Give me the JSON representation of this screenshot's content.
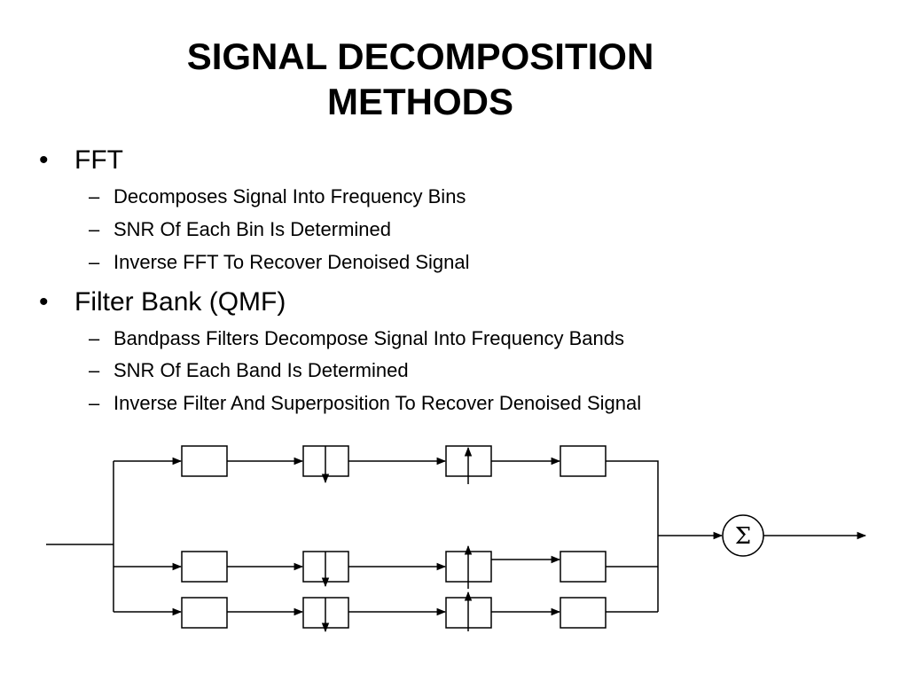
{
  "slide": {
    "title_line1": "SIGNAL DECOMPOSITION",
    "title_line2": "METHODS"
  },
  "bullets": [
    {
      "marker": "•",
      "label": "FFT",
      "sub": [
        {
          "marker": "–",
          "label": "Decomposes Signal Into Frequency Bins"
        },
        {
          "marker": "–",
          "label": "SNR Of Each Bin Is Determined"
        },
        {
          "marker": "–",
          "label": "Inverse FFT To Recover Denoised Signal"
        }
      ]
    },
    {
      "marker": "•",
      "label": "Filter Bank (QMF)",
      "sub": [
        {
          "marker": "–",
          "label": "Bandpass Filters Decompose Signal Into Frequency Bands"
        },
        {
          "marker": "–",
          "label": "SNR Of Each Band Is Determined"
        },
        {
          "marker": "–",
          "label": "Inverse Filter And Superposition To Recover Denoised Signal"
        }
      ]
    }
  ],
  "diagram": {
    "summation_symbol": "Σ",
    "branches": [
      {
        "name": "top",
        "decimator": "down-arrow",
        "interpolator": "up-arrow"
      },
      {
        "name": "middle",
        "decimator": "down-arrow",
        "interpolator": "up-arrow"
      },
      {
        "name": "bottom",
        "decimator": "down-arrow",
        "interpolator": "up-arrow"
      }
    ],
    "line_color": "#000000"
  }
}
